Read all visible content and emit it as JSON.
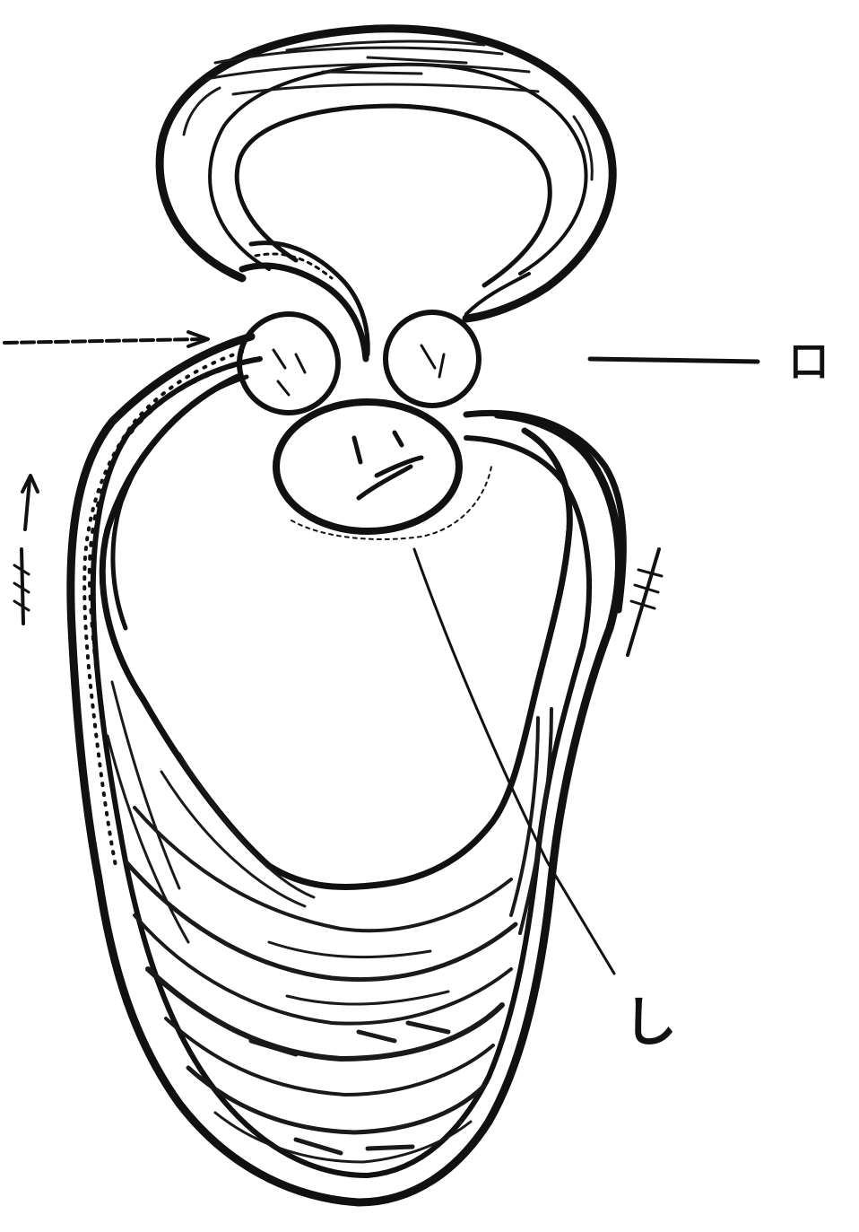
{
  "diagram": {
    "labels": {
      "right_label": "口",
      "bottom_label": "し"
    },
    "colors": {
      "ink": "#111111",
      "paper": "#ffffff"
    },
    "style": "hand-drawn line sketch"
  }
}
